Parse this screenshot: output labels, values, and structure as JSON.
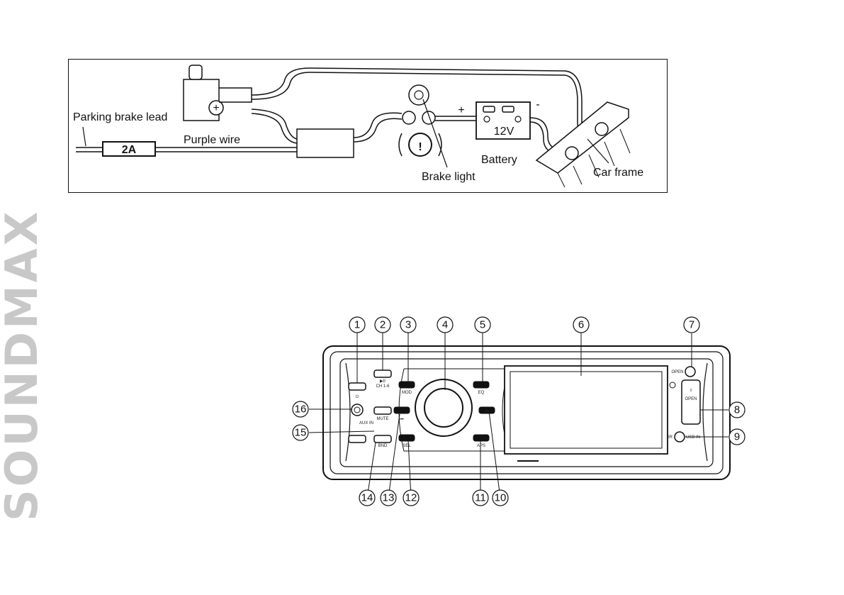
{
  "brand": {
    "text": "SOUNDMAX",
    "color": "#c8c8c8"
  },
  "wiring": {
    "parking_brake_lead": "Parking brake lead",
    "fuse": "2A",
    "purple_wire": "Purple wire",
    "plus": "+",
    "minus": "-",
    "battery_voltage": "12V",
    "battery": "Battery",
    "brake_light": "Brake light",
    "car_frame": "Car frame",
    "warning_symbol": "!"
  },
  "panel": {
    "callouts": [
      "1",
      "2",
      "3",
      "4",
      "5",
      "6",
      "7",
      "8",
      "9",
      "10",
      "11",
      "12",
      "13",
      "14",
      "15",
      "16"
    ],
    "button_labels": {
      "ch": "CH 1-6",
      "mod": "MOD",
      "eq": "EQ",
      "mute": "MUTE",
      "aux_in": "AUX IN",
      "band": "BND",
      "sel": "SEL",
      "aps": "APS",
      "open_small": "OPEN",
      "open_large": "OPEN",
      "usb_in": "USB IN",
      "ir": "IR",
      "prev": "⏮",
      "next": "⏭",
      "play_pause": "▶II",
      "power": "⏻",
      "open_arrow": "⇩"
    }
  }
}
